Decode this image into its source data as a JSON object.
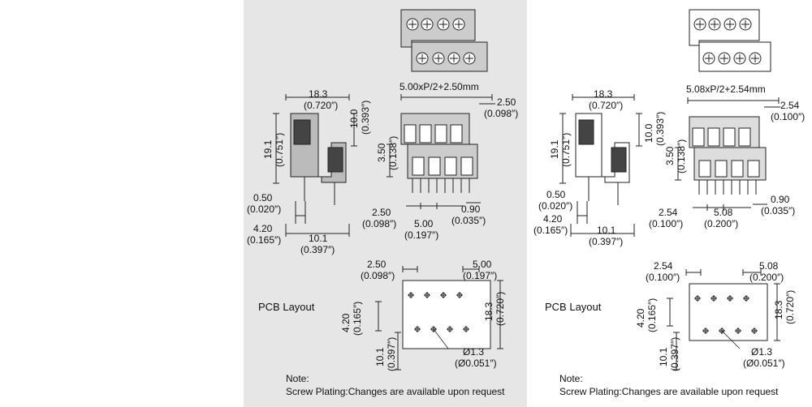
{
  "left": {
    "pitch_formula": "5.00xP/2+2.50mm",
    "dims": {
      "w183": "18.3",
      "w183_in": "(0.720″)",
      "h100": "10.0",
      "h100_in": "(0.393″)",
      "h191": "19.1",
      "h191_in": "(0.751″)",
      "d050": "0.50",
      "d050_in": "(0.020″)",
      "d420": "4.20",
      "d420_in": "(0.165″)",
      "d101": "10.1",
      "d101_in": "(0.397″)",
      "h350": "3.50",
      "h350_in": "(0.138″)",
      "d250": "2.50",
      "d250_in": "(0.098″)",
      "d500": "5.00",
      "d500_in": "(0.197″)",
      "d090": "0.90",
      "d090_in": "(0.035″)",
      "top250": "2.50",
      "top250_in": "(0.098″)"
    },
    "pcb": {
      "title": "PCB Layout",
      "d250": "2.50",
      "d250_in": "(0.098″)",
      "d500": "5.00",
      "d500_in": "(0.197″)",
      "d420": "4.20",
      "d420_in": "(0.165″)",
      "d183": "18.3",
      "d183_in": "(0.720″)",
      "d101": "10.1",
      "d101_in": "(0.397″)",
      "hole": "Ø1.3",
      "hole_in": "(Ø0.051″)"
    },
    "note_title": "Note:",
    "note_text": "Screw Plating:Changes are available upon request"
  },
  "right": {
    "pitch_formula": "5.08xP/2+2.54mm",
    "dims": {
      "w183": "18.3",
      "w183_in": "(0.720″)",
      "h100": "10.0",
      "h100_in": "(0.393″)",
      "h191": "19.1",
      "h191_in": "(0.751″)",
      "d050": "0.50",
      "d050_in": "(0.020″)",
      "d420": "4.20",
      "d420_in": "(0.165″)",
      "d101": "10.1",
      "d101_in": "(0.397″)",
      "h350": "3.50",
      "h350_in": "(0.138″)",
      "d254": "2.54",
      "d254_in": "(0.100″)",
      "d508": "5.08",
      "d508_in": "(0.200″)",
      "d090": "0.90",
      "d090_in": "(0.035″)",
      "top254": "2.54",
      "top254_in": "(0.100″)"
    },
    "pcb": {
      "title": "PCB Layout",
      "d254": "2.54",
      "d254_in": "(0.100″)",
      "d508": "5.08",
      "d508_in": "(0.200″)",
      "d420": "4.20",
      "d420_in": "(0.165″)",
      "d183": "18.3",
      "d183_in": "(0.720″)",
      "d101": "10.1",
      "d101_in": "(0.397″)",
      "hole": "Ø1.3",
      "hole_in": "(Ø0.051″)"
    },
    "note_title": "Note:",
    "note_text": "Screw Plating:Changes are available upon request"
  }
}
